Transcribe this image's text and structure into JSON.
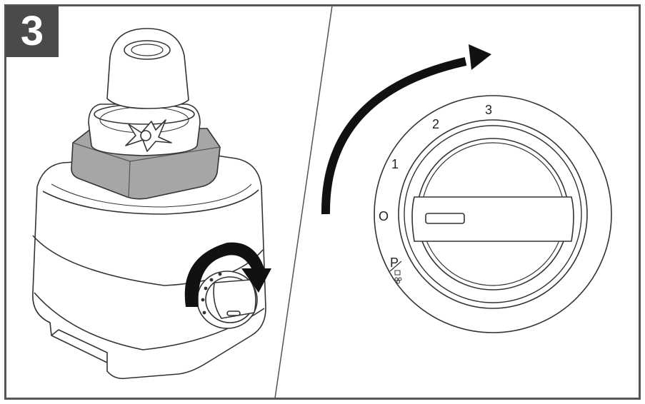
{
  "step": {
    "number": "3"
  },
  "dial": {
    "labels": [
      "P",
      "O",
      "1",
      "2",
      "3"
    ]
  },
  "colors": {
    "frame": "#555555",
    "badge": "#4a4a4a",
    "gray_collar": "#a6a6a6",
    "line": "#333333"
  }
}
